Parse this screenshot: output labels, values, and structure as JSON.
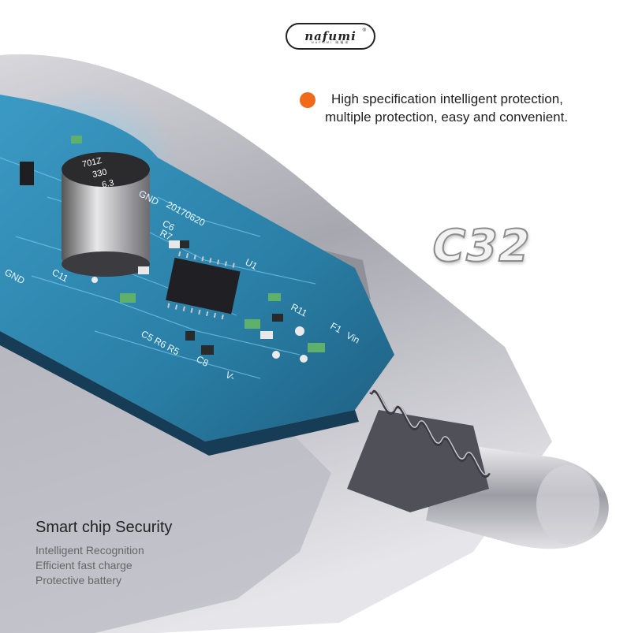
{
  "brand": {
    "logo_text": "nafumi",
    "logo_subtext": "NAFUMI 纳福米",
    "registered_mark": "®"
  },
  "feature": {
    "line1": "High specification intelligent protection,",
    "line2": "multiple protection, easy and convenient.",
    "bullet_color": "#f06a1a"
  },
  "product": {
    "model": "C32",
    "pcb_labels": {
      "capacitor": [
        "701Z",
        "330",
        "6.3"
      ],
      "gnd_top": "GND",
      "date": "20170620",
      "c6": "C6",
      "r7": "R7",
      "u1": "U1",
      "gnd_left": "GND",
      "c11": "C11",
      "r11": "R11",
      "f1": "F1",
      "vin": "Vin",
      "c5r6r5": "C5 R6 R5",
      "c8": "C8",
      "vminus": "V-"
    }
  },
  "features_list": {
    "title": "Smart chip  Security",
    "items": [
      "Intelligent Recognition",
      "Efficient fast charge",
      "Protective battery"
    ]
  },
  "colors": {
    "pcb": "#2a7fa6",
    "pcb_dark": "#163d55",
    "metal": "#a9a9b2",
    "accent": "#f06a1a"
  }
}
